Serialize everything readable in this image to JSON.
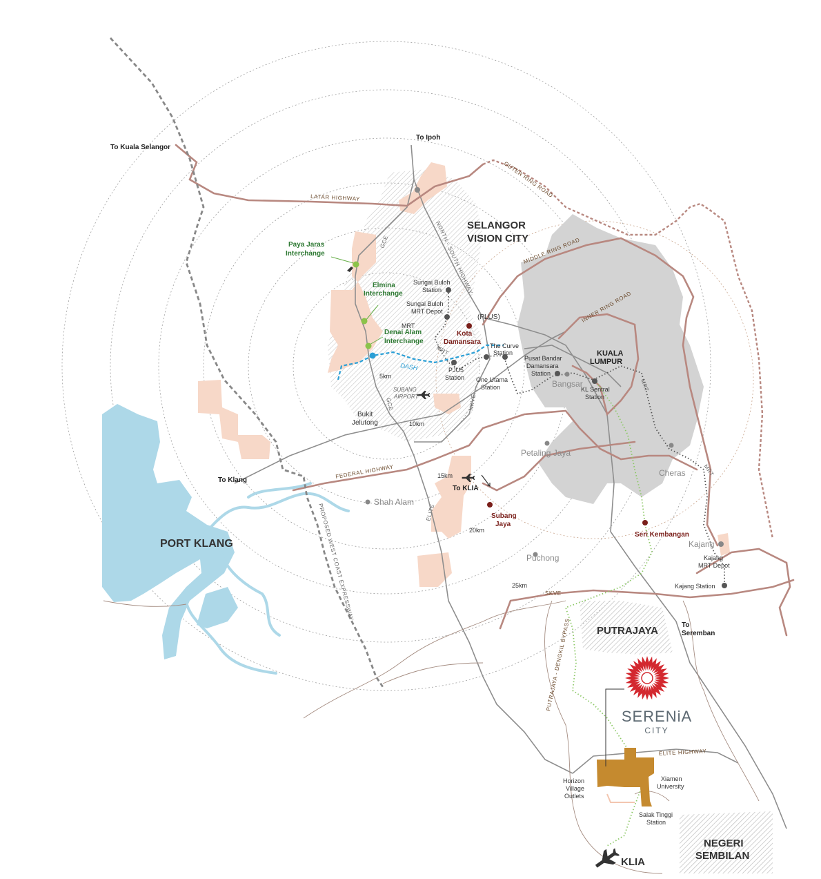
{
  "labels": {
    "to_kuala_selangor": "To Kuala Selangor",
    "to_ipoh": "To Ipoh",
    "to_klang": "To Klang",
    "to_klia": "To KLIA",
    "to_seremban_1": "To",
    "to_seremban_2": "Seremban",
    "selangor_1": "SELANGOR",
    "selangor_2": "VISION CITY",
    "kuala_lumpur_1": "KUALA",
    "kuala_lumpur_2": "LUMPUR",
    "port_klang": "PORT KLANG",
    "putrajaya": "PUTRAJAYA",
    "negeri_1": "NEGERI",
    "negeri_2": "SEMBILAN",
    "klia": "KLIA",
    "paya_jaras_1": "Paya Jaras",
    "paya_jaras_2": "Interchange",
    "elmina_1": "Elmina",
    "elmina_2": "Interchange",
    "denai_alam_1": "Denai Alam",
    "denai_alam_2": "Interchange",
    "kota_damansara_1": "Kota",
    "kota_damansara_2": "Damansara",
    "subang_jaya_1": "Subang",
    "subang_jaya_2": "Jaya",
    "seri_kembangan": "Seri Kembangan",
    "sungai_buloh_station_1": "Sungai Buloh",
    "sungai_buloh_station_2": "Station",
    "sungai_buloh_depot_1": "Sungai Buloh",
    "sungai_buloh_depot_2": "MRT Depot",
    "pju5_1": "PJU5",
    "pju5_2": "Station",
    "the_curve_1": "The Curve",
    "the_curve_2": "Station",
    "one_utama_1": "One Utama",
    "one_utama_2": "Station",
    "pusat_bandar_1": "Pusat Bandar",
    "pusat_bandar_2": "Damansara",
    "pusat_bandar_3": "Station",
    "kl_sentral_1": "KL Sentral",
    "kl_sentral_2": "Station",
    "kajang_depot_1": "Kajang",
    "kajang_depot_2": "MRT Depot",
    "kajang_station": "Kajang Station",
    "salak_tinggi_1": "Salak Tinggi",
    "salak_tinggi_2": "Station",
    "horizon_1": "Horizon",
    "horizon_2": "Village",
    "horizon_3": "Outlets",
    "xiamen_1": "Xiamen",
    "xiamen_2": "University",
    "bangsar": "Bangsar",
    "petaling_jaya": "Petaling Jaya",
    "cheras": "Cheras",
    "kajang": "Kajang",
    "shah_alam": "Shah Alam",
    "puchong": "Puchong",
    "bukit_jelutong_1": "Bukit",
    "bukit_jelutong_2": "Jelutong",
    "subang_airport_1": "SUBANG",
    "subang_airport_2": "AIRPORT",
    "mrt": "MRT",
    "dash": "DASH",
    "plus": "(PLUS)",
    "km5": "5km",
    "km10": "10km",
    "km15": "15km",
    "km20": "20km",
    "km25": "25km"
  },
  "roads": {
    "latar_highway": "LATAR HIGHWAY",
    "outer_ring_road": "OUTER RING ROAD",
    "middle_ring_road": "MIDDLE RING ROAD",
    "inner_ring_road": "INNER RING ROAD",
    "north_south_highway": "NORTH - SOUTH HIGHWAY",
    "gce_north": "GCE",
    "gce_south": "GCE",
    "nkve": "NKVE",
    "federal_highway": "FEDERAL HIGHWAY",
    "elite": "ELITE",
    "skve": "SKVE",
    "mrt_east": "MRT",
    "mrt_far_east": "MRT",
    "proposed_west_coast_expressway": "PROPOSED WEST COAST EXPRESSWAY",
    "elite_highway": "ELITE HIGHWAY",
    "putrajaya_dengkil_bypass": "PUTRAJAYA - DENGKIL BYPASS"
  },
  "logo": {
    "name": "SERENiA",
    "sub": "CITY"
  },
  "colors": {
    "water": "#add8e8",
    "urban": "#d3d3d3",
    "development": "#f7d8c8",
    "road_main": "#b88880",
    "road_grey": "#8e8e8e",
    "highway_dashed": "#888888",
    "dash_line": "#2a9fd6",
    "kl_sentral_line": "#8cc866",
    "site": "#c58a2f",
    "logo_red": "#d3282f",
    "logo_text": "#5e6a73"
  },
  "icons": {
    "airport": "airplane-icon",
    "station": "station-dot-icon",
    "interchange": "interchange-dot-icon"
  }
}
